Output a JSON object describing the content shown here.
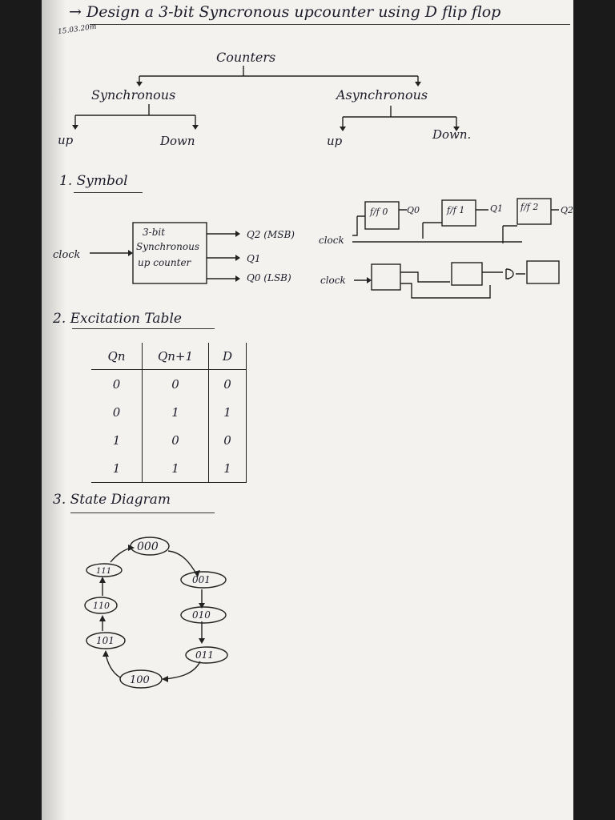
{
  "title": "Design a 3-bit Syncronous upcounter using D flip flop",
  "date_note": "15.03.20m",
  "tree": {
    "root": "Counters",
    "left": "Synchronous",
    "right": "Asynchronous",
    "leaves": [
      "up",
      "Down",
      "up",
      "Down."
    ]
  },
  "symbol": {
    "heading": "1. Symbol",
    "box_lines": [
      "3-bit",
      "Synchronous",
      "up counter"
    ],
    "clock_label": "clock",
    "outputs": [
      "Q2 (MSB)",
      "Q1",
      "Q0 (LSB)"
    ],
    "ff_labels": [
      "f/f 0",
      "f/f 1",
      "f/f 2"
    ],
    "ff_outputs": [
      "Q0",
      "Q1",
      "Q2"
    ],
    "clock_label_2": "clock",
    "clock_label_3": "clock"
  },
  "excitation": {
    "heading": "2. Excitation Table",
    "headers": [
      "Qn",
      "Qn+1",
      "D"
    ],
    "rows": [
      [
        "0",
        "0",
        "0"
      ],
      [
        "0",
        "1",
        "1"
      ],
      [
        "1",
        "0",
        "0"
      ],
      [
        "1",
        "1",
        "1"
      ]
    ]
  },
  "state": {
    "heading": "3. State Diagram",
    "states": [
      "000",
      "001",
      "010",
      "011",
      "100",
      "101",
      "110",
      "111"
    ]
  }
}
